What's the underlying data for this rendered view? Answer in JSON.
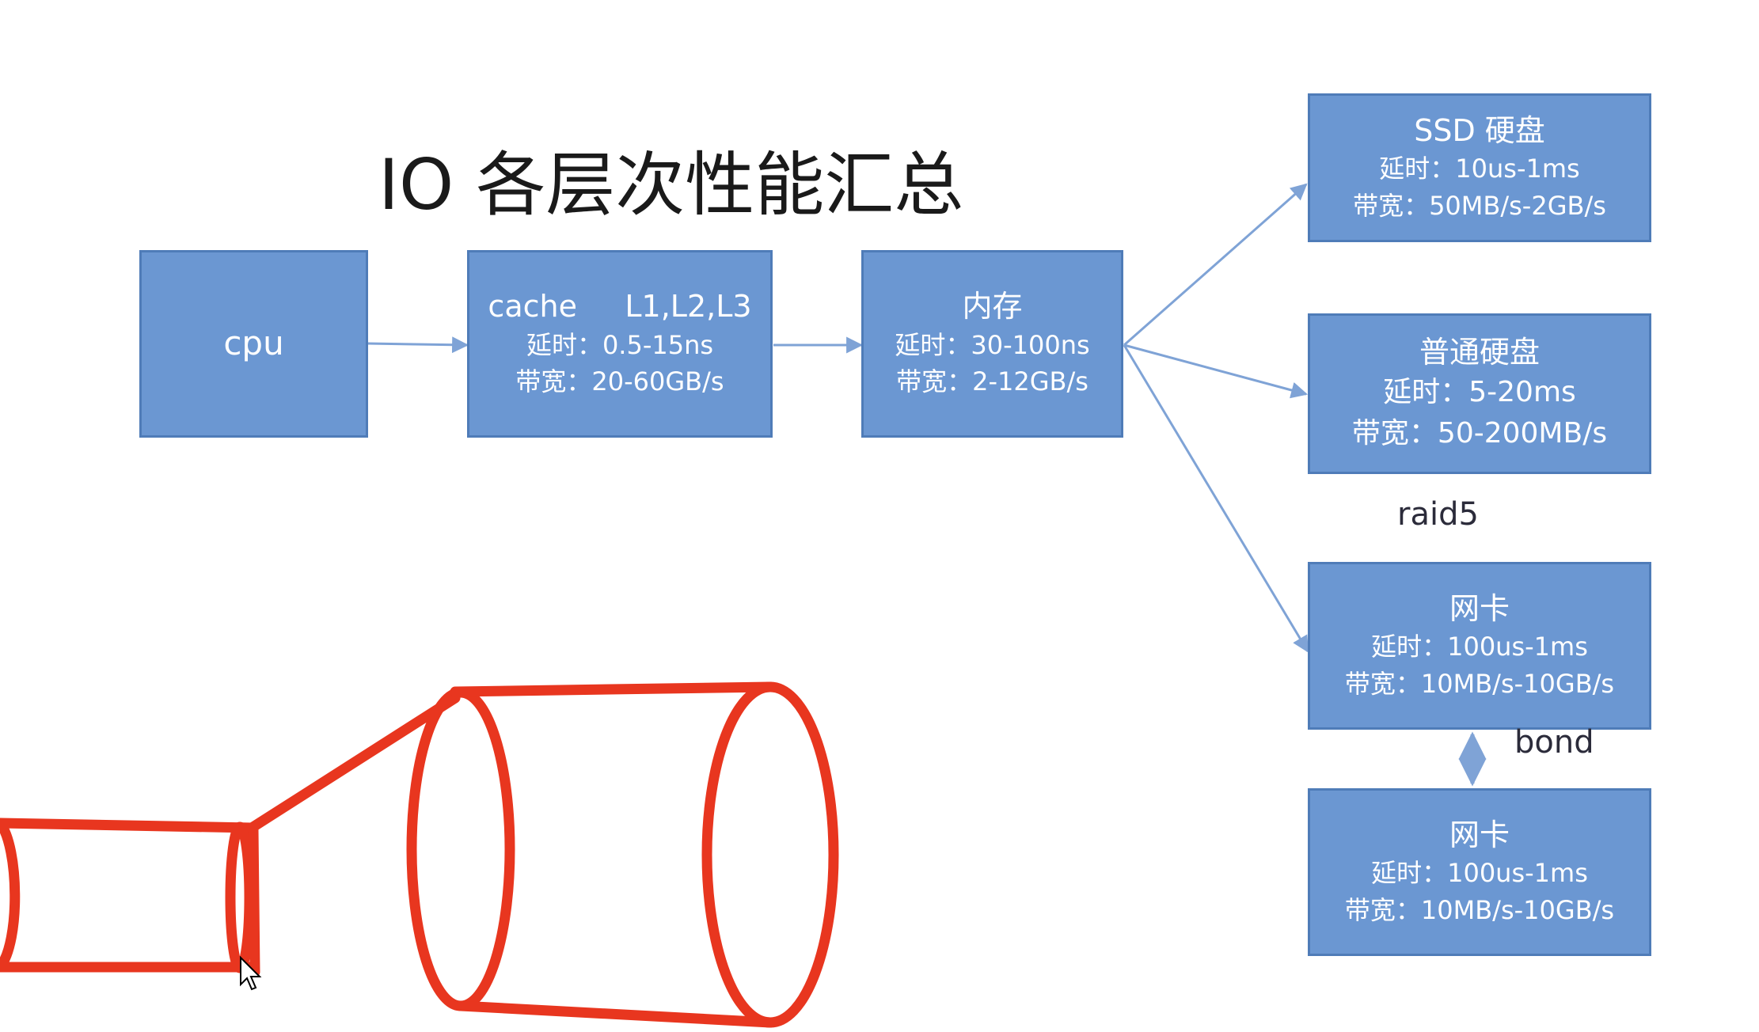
{
  "slide": {
    "title": "IO 各层次性能汇总"
  },
  "boxes": {
    "cpu": {
      "title": "cpu"
    },
    "cache": {
      "title": "cache     L1,L2,L3",
      "latency": "延时：0.5-15ns",
      "bandwidth": "带宽：20-60GB/s"
    },
    "memory": {
      "title": "内存",
      "latency": "延时：30-100ns",
      "bandwidth": "带宽：2-12GB/s"
    },
    "ssd": {
      "title": "SSD 硬盘",
      "latency": "延时：10us-1ms",
      "bandwidth": "带宽：50MB/s-2GB/s"
    },
    "hdd": {
      "title": "普通硬盘",
      "latency": "延时：5-20ms",
      "bandwidth": "带宽：50-200MB/s"
    },
    "nic1": {
      "title": "网卡",
      "latency": "延时：100us-1ms",
      "bandwidth": "带宽：10MB/s-10GB/s"
    },
    "nic2": {
      "title": "网卡",
      "latency": "延时：100us-1ms",
      "bandwidth": "带宽：10MB/s-10GB/s"
    }
  },
  "labels": {
    "raid": "raid5",
    "bond": "bond"
  },
  "colors": {
    "box_fill": "#6b97d2",
    "box_border": "#4f7cb8",
    "arrow": "#7fa3d6",
    "annotation_red": "#e8361f"
  }
}
